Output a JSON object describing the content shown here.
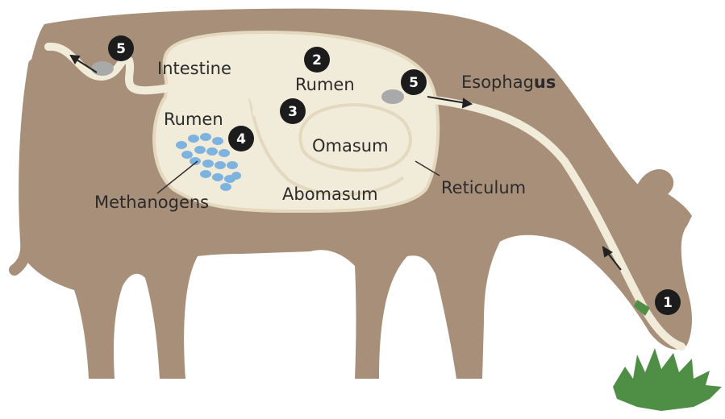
{
  "labels": {
    "intestine": "Intestine",
    "rumen_top": "Rumen",
    "rumen_left": "Rumen",
    "omasum": "Omasum",
    "abomasum": "Abomasum",
    "reticulum": "Reticulum",
    "methanogens": "Methanogens",
    "esophagus_prefix": "Esophag",
    "esophagus_suffix": "us"
  },
  "markers": {
    "m1": "1",
    "m2": "2",
    "m3": "3",
    "m4": "4",
    "m5_tail": "5",
    "m5_esophagus": "5"
  },
  "colors": {
    "cow_body": "#a88f7a",
    "organ_fill": "#f1ebd9",
    "organ_stroke": "#e4d9bf",
    "marker": "#1c1c1c",
    "methanogen": "#7fb3df",
    "grass": "#4e8f45",
    "gas": "#a9a9a9"
  }
}
